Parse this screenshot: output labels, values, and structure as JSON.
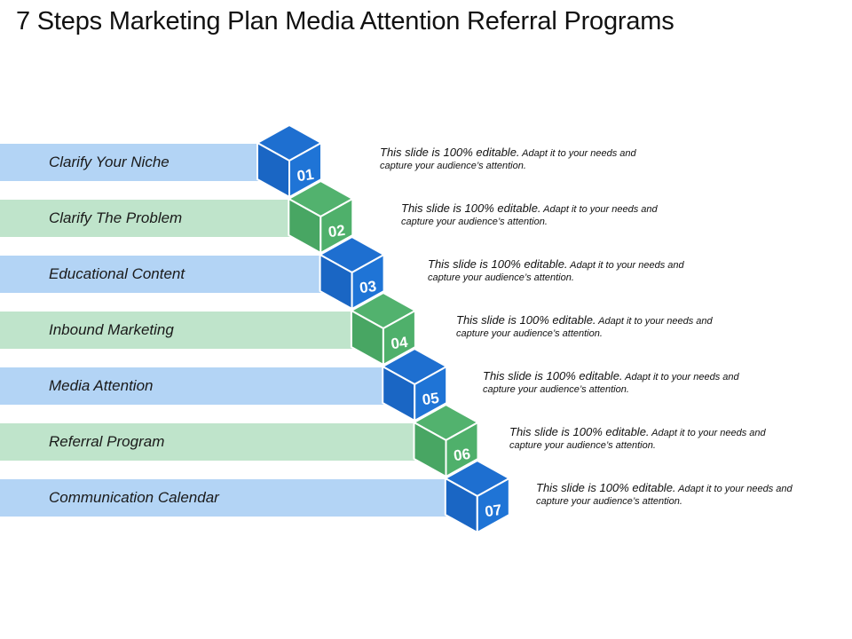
{
  "title": "7 Steps Marketing Plan Media Attention Referral Programs",
  "colors": {
    "blue": "#1e73d2",
    "green": "#4caf6a",
    "blue_band": "#b3d4f5",
    "green_band": "#bfe4cb"
  },
  "steps": [
    {
      "number": "01",
      "label": "Clarify Your Niche",
      "color": "blue",
      "desc_lead": "This slide is 100% editable.",
      "desc_rest": " Adapt it to your needs and",
      "desc_line2": "capture your audience’s attention."
    },
    {
      "number": "02",
      "label": "Clarify The Problem",
      "color": "green",
      "desc_lead": "This slide is 100% editable.",
      "desc_rest": " Adapt it to your needs and",
      "desc_line2": "capture your audience’s attention."
    },
    {
      "number": "03",
      "label": "Educational Content",
      "color": "blue",
      "desc_lead": "This slide is 100% editable.",
      "desc_rest": " Adapt it to your needs and",
      "desc_line2": "capture your audience’s attention."
    },
    {
      "number": "04",
      "label": "Inbound Marketing",
      "color": "green",
      "desc_lead": "This slide is 100% editable.",
      "desc_rest": " Adapt it to your needs and",
      "desc_line2": "capture your audience’s attention."
    },
    {
      "number": "05",
      "label": "Media Attention",
      "color": "blue",
      "desc_lead": "This slide is 100% editable.",
      "desc_rest": " Adapt it to your needs and",
      "desc_line2": "capture your audience’s attention."
    },
    {
      "number": "06",
      "label": "Referral Program",
      "color": "green",
      "desc_lead": "This slide is 100% editable.",
      "desc_rest": " Adapt it to your needs and",
      "desc_line2": "capture your audience’s attention."
    },
    {
      "number": "07",
      "label": "Communication Calendar",
      "color": "blue",
      "desc_lead": "This slide is 100% editable.",
      "desc_rest": " Adapt it to your needs and",
      "desc_line2": "capture your audience’s attention."
    }
  ]
}
